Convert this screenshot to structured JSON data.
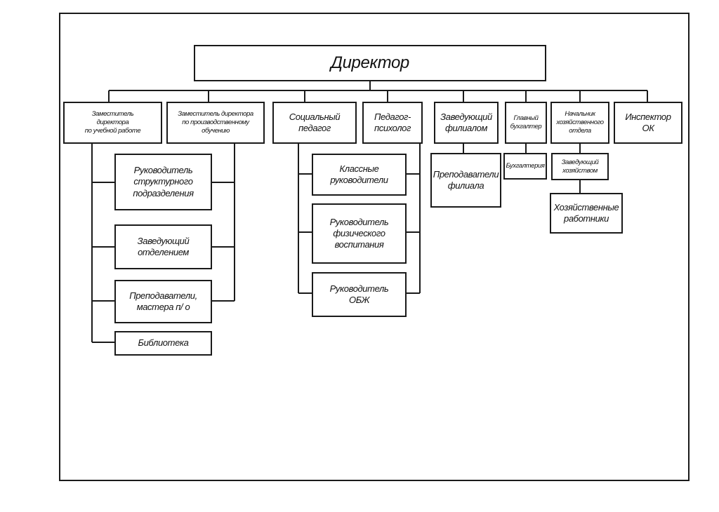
{
  "diagram": {
    "director": "Директор",
    "level1": [
      {
        "label": "Заместитель\nдиректора\nпо учебной работе"
      },
      {
        "label": "Заместитель директора\nпо производственному\nобучению"
      },
      {
        "label": "Социальный\nпедагог"
      },
      {
        "label": "Педагог-\nпсихолог"
      },
      {
        "label": "Заведующий\nфилиалом"
      },
      {
        "label": "Главный\nбухгалтер"
      },
      {
        "label": "Начальник\nхозяйственного\nотдела"
      },
      {
        "label": "Инспектор\nОК"
      }
    ],
    "deputies_subordinates": [
      "Руководитель\nструктурного\nподразделения",
      "Заведующий\nотделением",
      "Преподаватели,\nмастера п/ о",
      "Библиотека"
    ],
    "pedagogues_subordinates": [
      "Классные\nруководители",
      "Руководитель\nфизического\nвоспитания",
      "Руководитель\nОБЖ"
    ],
    "branch_subordinate": "Преподаватели\nфилиала",
    "accounting_subordinate": "Бухгалтерия",
    "household_subordinates": [
      "Заведующий\nхозяйством",
      "Хозяйственные\nработники"
    ]
  }
}
